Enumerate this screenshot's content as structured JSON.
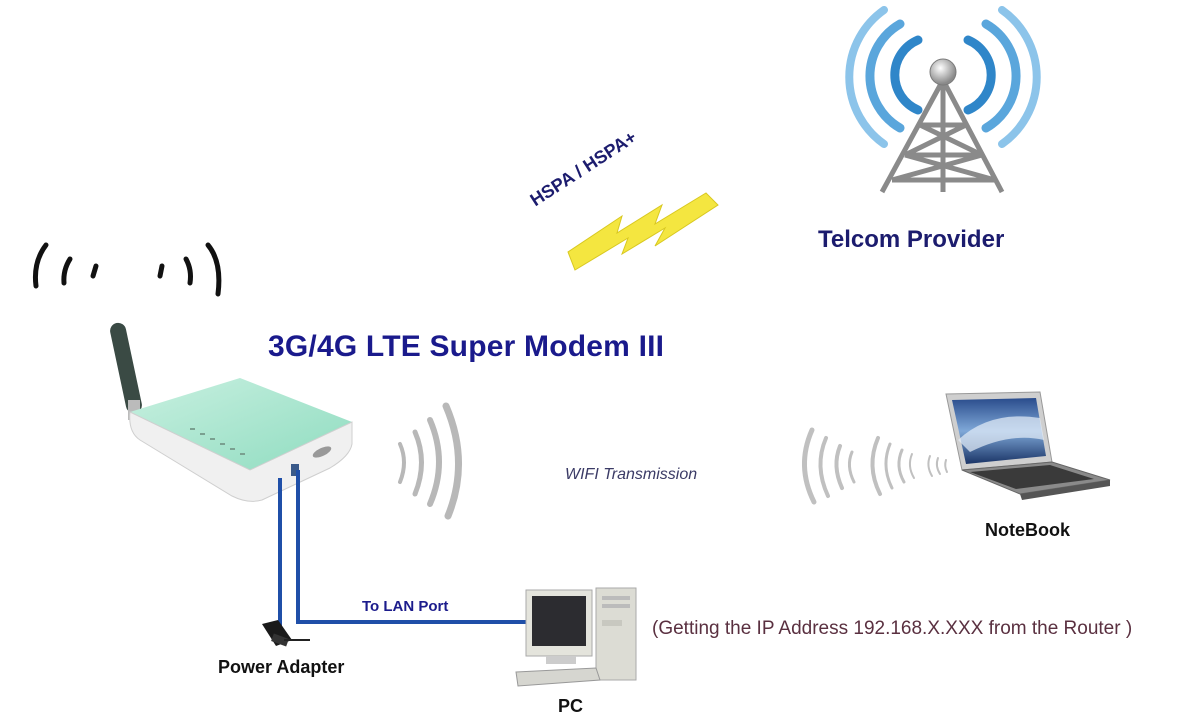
{
  "diagram": {
    "title": "3G/4G LTE Super Modem III",
    "nodes": {
      "telcom": {
        "label": "Telcom Provider",
        "icon": "cell-tower-icon"
      },
      "modem": {
        "label": "3G/4G LTE Super Modem III",
        "icon": "modem-router-icon"
      },
      "notebook": {
        "label": "NoteBook",
        "icon": "laptop-icon"
      },
      "pc": {
        "label": "PC",
        "icon": "desktop-pc-icon"
      },
      "power": {
        "label": "Power Adapter",
        "icon": "power-adapter-icon"
      }
    },
    "links": {
      "cellular": {
        "label": "HSPA / HSPA+",
        "from": "telcom",
        "to": "modem",
        "style": "lightning-bolt"
      },
      "wifi": {
        "label": "WIFI Transmission",
        "from": "modem",
        "to": "notebook",
        "style": "radio-waves"
      },
      "lan": {
        "label": "To LAN Port",
        "from": "modem",
        "to": "pc",
        "style": "cable"
      },
      "power": {
        "label": "",
        "from": "power",
        "to": "modem",
        "style": "cable"
      }
    },
    "notes": {
      "ip": "(Getting the IP Address 192.168.X.XXX from the Router )"
    },
    "colors": {
      "title": "#1a1a8c",
      "cable": "#1f4fa8",
      "bolt": "#f4e640",
      "wave": "#b8b8b8",
      "tower_wave": "#3b8fd0",
      "modem_top": "#a8e6cf"
    }
  }
}
